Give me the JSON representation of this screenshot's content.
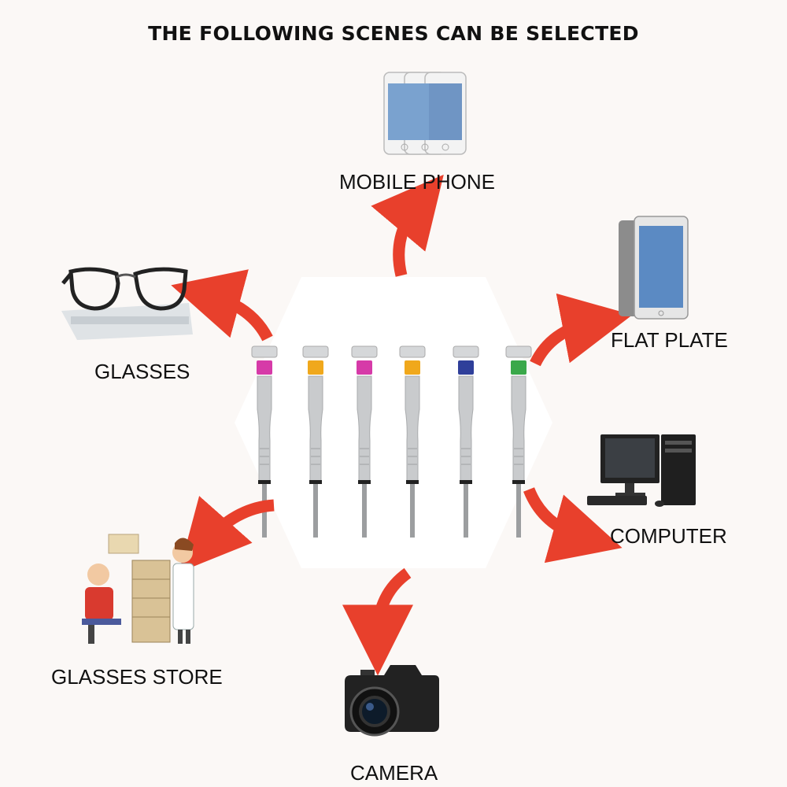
{
  "title": "THE FOLLOWING SCENES CAN BE SELECTED",
  "scenes": {
    "mobile_phone": "MOBILE PHONE",
    "flat_plate": "FLAT PLATE",
    "glasses": "GLASSES",
    "computer": "COMPUTER",
    "glasses_store": "GLASSES STORE",
    "camera": "CAMERA"
  },
  "colors": {
    "arrow": "#e8402c",
    "screwdriver_metal": "#c9cbcd",
    "hex_background": "#ffffff",
    "collar_colors": [
      "#d63aa8",
      "#f0a81c",
      "#d63aa8",
      "#f0a81c",
      "#2f3f9a",
      "#3aa84a"
    ]
  },
  "icons": [
    "phones-icon",
    "tablet-icon",
    "glasses-icon",
    "computer-icon",
    "store-icon",
    "camera-icon"
  ]
}
